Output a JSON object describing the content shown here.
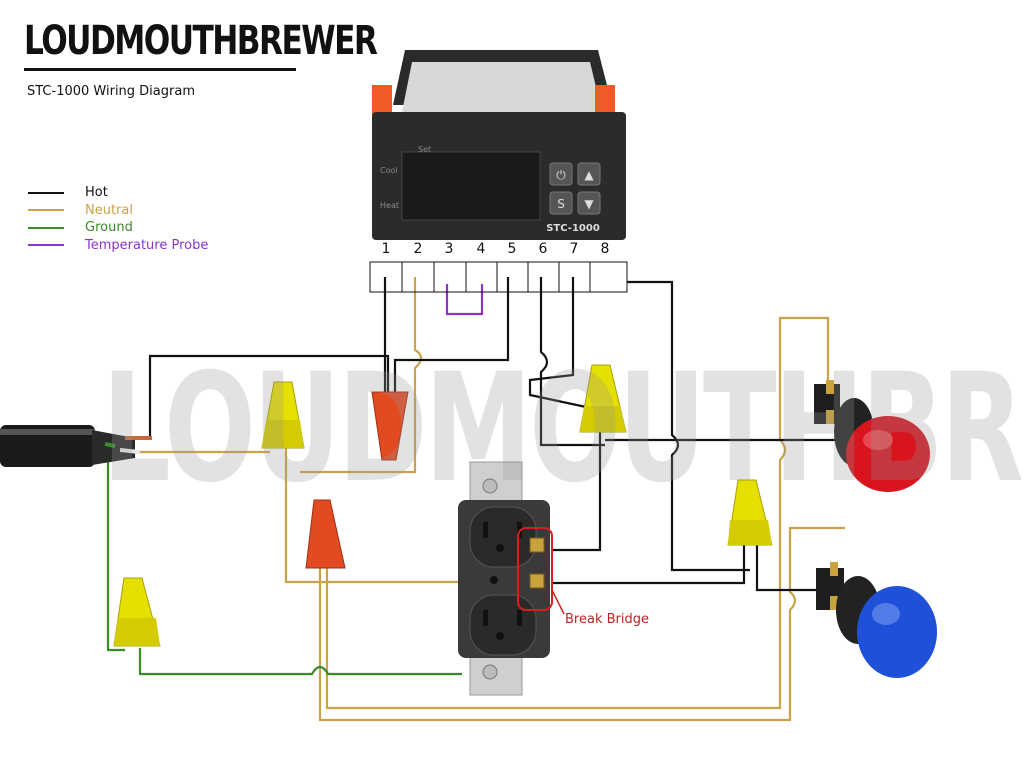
{
  "brand": "LOUDMOUTHBREWER",
  "subtitle": "STC-1000 Wiring Diagram",
  "watermark": "LOUDMOUTHBREWER",
  "legend": [
    {
      "label": "Hot",
      "color": "#111111"
    },
    {
      "label": "Neutral",
      "color": "#c9a24a"
    },
    {
      "label": "Ground",
      "color": "#3a8a2a"
    },
    {
      "label": "Temperature Probe",
      "color": "#8a35c8"
    }
  ],
  "controller": {
    "model": "STC-1000",
    "set_label": "Set",
    "cool_label": "Cool",
    "heat_label": "Heat",
    "power_button": "⏻",
    "s_button": "S",
    "up_button": "▲",
    "down_button": "▼"
  },
  "terminals": [
    "1",
    "2",
    "3",
    "4",
    "5",
    "6",
    "7",
    "8"
  ],
  "break_bridge_label": "Break Bridge",
  "colors": {
    "hot": "#111111",
    "neutral": "#c9a24a",
    "ground": "#3a8a2a",
    "probe": "#8a35c8",
    "wire_nut_yellow": "#e6e000",
    "wire_nut_red": "#e24a22",
    "lamp_red": "#d8141e",
    "lamp_blue": "#1e50d8"
  }
}
